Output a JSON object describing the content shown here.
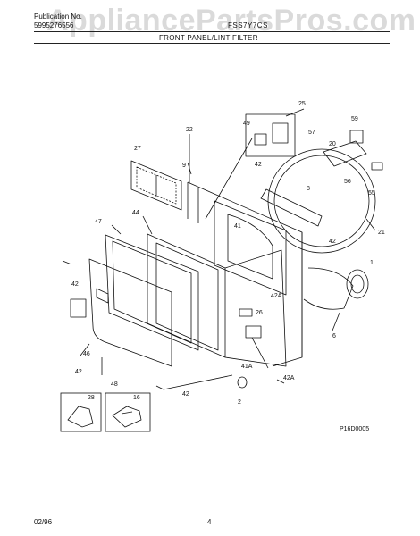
{
  "watermark": "AppliancePartsPros.com",
  "header": {
    "publication_label": "Publication No.",
    "publication_number": "5995276556",
    "model": "FSS7Y7CS",
    "section_title": "FRONT PANEL/LINT FILTER"
  },
  "figure_code": "P16D0005",
  "footer": {
    "date": "02/96",
    "page": "4"
  },
  "part_refs": {
    "r25": "25",
    "r49": "49",
    "r59": "59",
    "r57": "57",
    "r20": "20",
    "r22": "22",
    "r27": "27",
    "r9": "9",
    "r42_top": "42",
    "r8": "8",
    "r56": "56",
    "r55": "55",
    "r44": "44",
    "r47": "47",
    "r41": "41",
    "r42_right": "42",
    "r21": "21",
    "r1": "1",
    "r42_left": "42",
    "r42A_mid": "42A",
    "r26": "26",
    "r6": "6",
    "r46": "46",
    "r42_mid": "42",
    "r41A": "41A",
    "r48": "48",
    "r42A_low": "42A",
    "r42_bottom": "42",
    "r2": "2",
    "r28": "28",
    "r16": "16"
  }
}
